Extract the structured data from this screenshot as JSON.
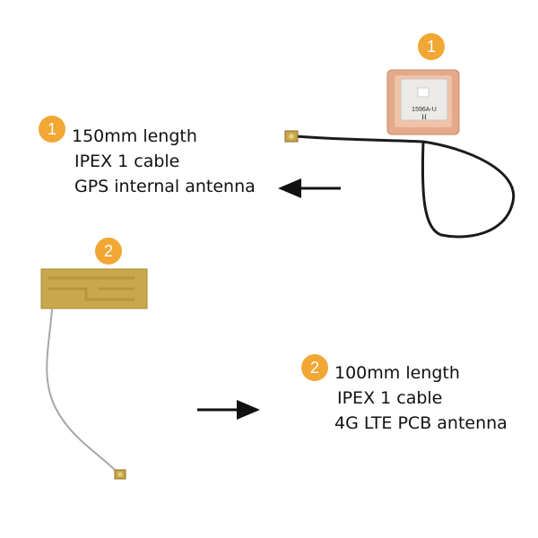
{
  "colors": {
    "badge": "#F2A735",
    "arrow": "#111111",
    "text": "#111111"
  },
  "gps_product": {
    "badge_number": "1",
    "lines": [
      "150mm length",
      "IPEX 1 cable",
      "GPS internal antenna"
    ],
    "chip_marking": "1596A-U",
    "arrow_icon": "arrow-left-icon"
  },
  "lte_product": {
    "badge_number": "2",
    "lines": [
      "100mm length",
      "IPEX 1 cable",
      "4G LTE PCB antenna"
    ],
    "arrow_icon": "arrow-right-icon"
  }
}
